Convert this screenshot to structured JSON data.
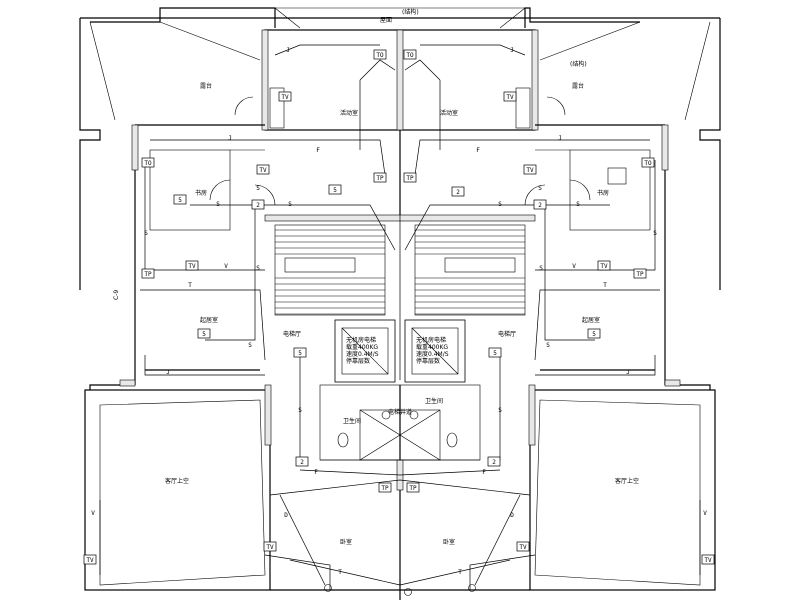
{
  "labels": {
    "top_left": "(结构)",
    "top_center": "屋面",
    "top_right": "(结构)",
    "terrace_left": "露台",
    "terrace_right": "露台",
    "activity_left": "活动室",
    "activity_right": "活动室",
    "study_left": "书房",
    "study_right": "书房",
    "master_left": "起居室",
    "master_right": "起居室",
    "elevator_hall_left": "电梯厅",
    "elevator_hall_right": "电梯厅",
    "bath_left": "卫生间",
    "bath_right": "卫生间",
    "living_void_left": "客厅上空",
    "living_void_right": "客厅上空",
    "bedroom_left": "卧室",
    "bedroom_right": "卧室",
    "side_tag": "C-9",
    "elevator_left_line1": "无机房电梯",
    "elevator_left_line2": "载重400KG",
    "elevator_left_line3": "速度0.4M/S",
    "elevator_left_line4": "停靠层数",
    "elevator_right_line1": "无机房电梯",
    "elevator_right_line2": "载重400KG",
    "elevator_right_line3": "速度0.4M/S",
    "elevator_right_line4": "停靠层数",
    "lift_shaft_note": "电梯井道"
  },
  "symbols": {
    "tv": "TV",
    "tp": "TP",
    "to": "TO",
    "s": "S",
    "f": "F",
    "t": "T",
    "j": "J",
    "v": "V",
    "d": "D",
    "box2": "2",
    "box5": "5"
  }
}
